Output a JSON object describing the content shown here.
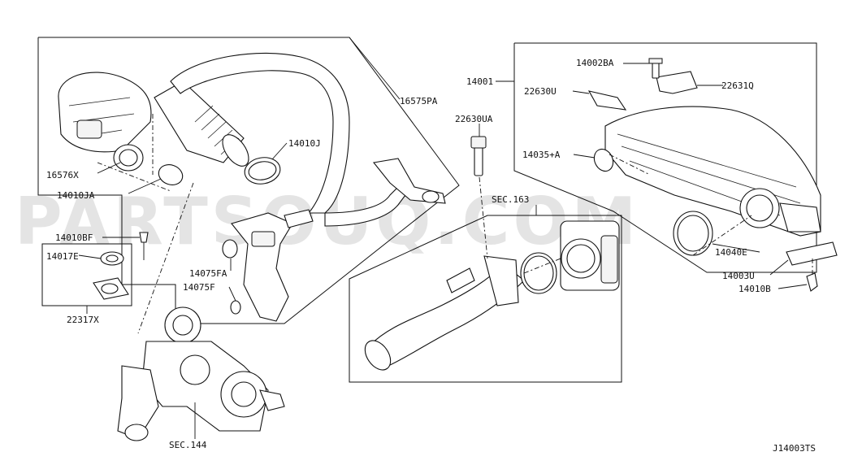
{
  "diagram": {
    "code": "J14003TS",
    "watermark": "PARTSOUQ.COM",
    "labels": {
      "p16575PA": "16575PA",
      "p16576X": "16576X",
      "p14010JA": "14010JA",
      "p14010J": "14010J",
      "p14010BF": "14010BF",
      "p14017E": "14017E",
      "p22317X": "22317X",
      "p14075FA": "14075FA",
      "p14075F": "14075F",
      "sec144": "SEC.144",
      "p22630UA": "22630UA",
      "sec163": "SEC.163",
      "p14001": "14001",
      "p14002BA": "14002BA",
      "p22630U": "22630U",
      "p22631Q": "22631Q",
      "p14035A": "14035+A",
      "p14040E": "14040E",
      "p14003U": "14003U",
      "p14010B": "14010B"
    }
  }
}
